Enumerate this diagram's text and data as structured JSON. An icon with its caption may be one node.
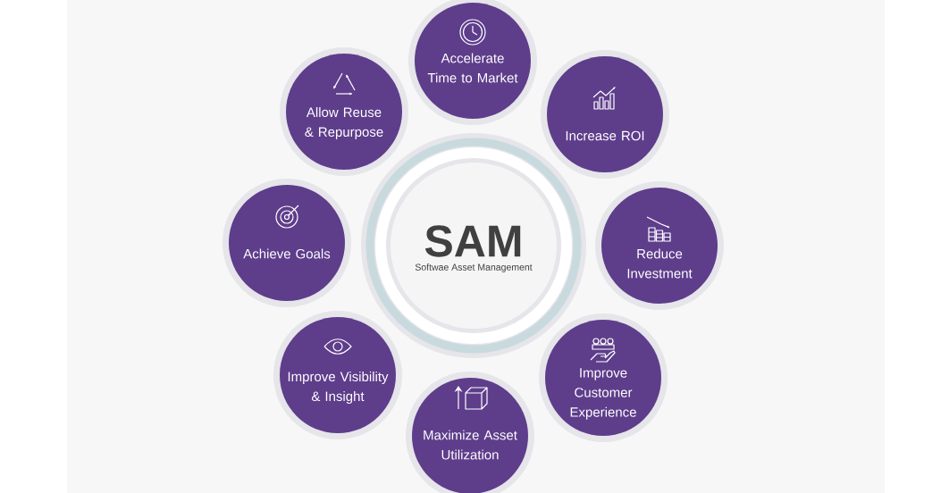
{
  "diagram": {
    "nodes": [
      {
        "text": [
          "SAM",
          "Softwae Asset Management"
        ]
      },
      {
        "text": [
          "Accelerate Time to Market"
        ]
      },
      {
        "text": [
          "Increase ROI"
        ]
      },
      {
        "text": [
          "Reduce Investment"
        ]
      },
      {
        "text": [
          "Improve Customer Experience"
        ]
      },
      {
        "text": [
          "Maximize Asset Utilization"
        ]
      },
      {
        "text": [
          "Improve Visibility & Insight"
        ]
      },
      {
        "text": [
          "Achieve Goals"
        ]
      },
      {
        "text": [
          "Allow Reuse & Repurpose"
        ]
      }
    ]
  }
}
